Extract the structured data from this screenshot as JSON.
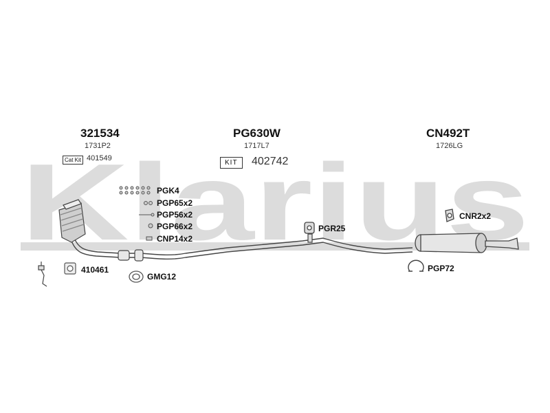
{
  "watermark": {
    "text": "Klarius"
  },
  "sections": {
    "left": {
      "code": "321534",
      "sub_code": "1731P2",
      "kit_badge": "Cat Kit",
      "kit_number": "401549"
    },
    "middle": {
      "code": "PG630W",
      "sub_code": "1717L7",
      "kit_badge": "KIT",
      "kit_number": "402742"
    },
    "right": {
      "code": "CN492T",
      "sub_code": "1726LG"
    }
  },
  "parts": {
    "pgk4": "PGK4",
    "pgp65": "PGP65x2",
    "pgp56": "PGP56x2",
    "pgp66": "PGP66x2",
    "cnp14": "CNP14x2",
    "sensor": "410461",
    "gmg12": "GMG12",
    "pgr25": "PGR25",
    "cnr2": "CNR2x2",
    "pgp72": "PGP72"
  }
}
